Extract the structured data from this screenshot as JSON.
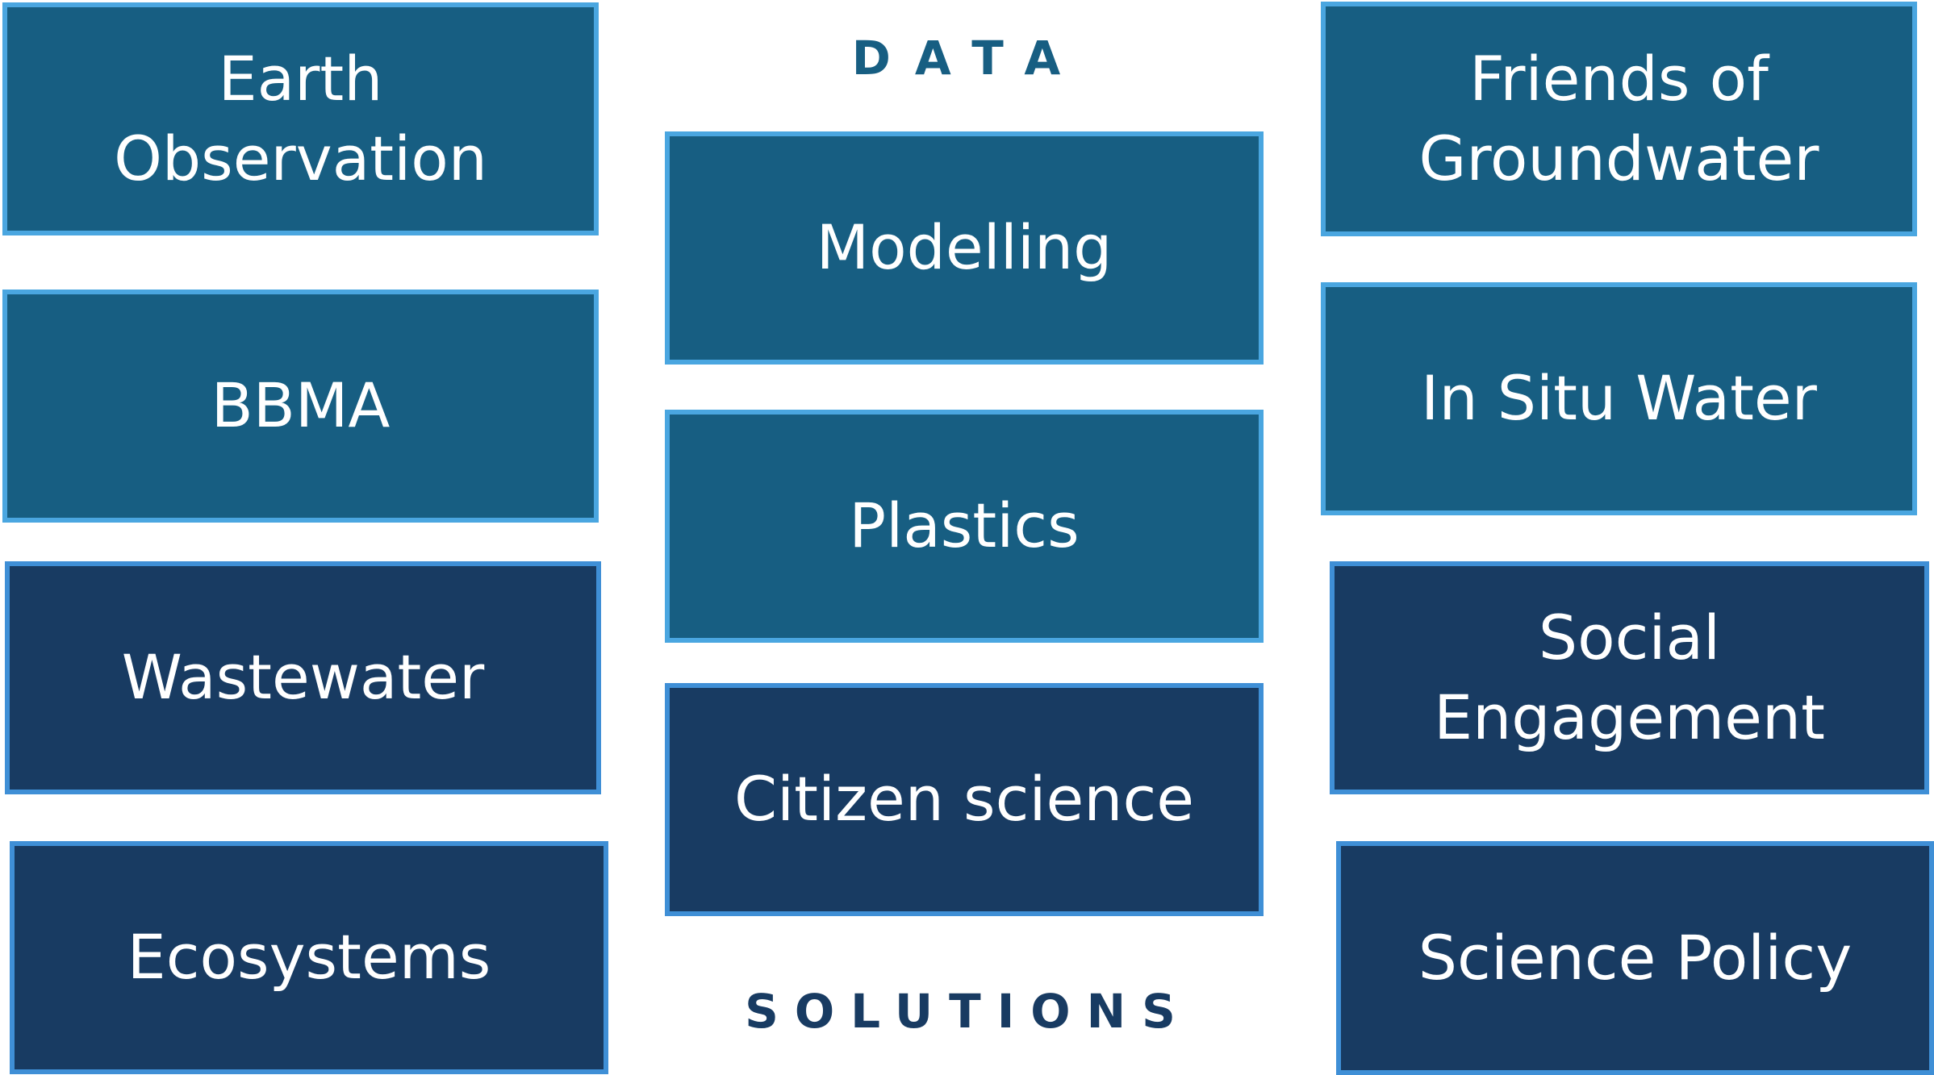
{
  "headings": {
    "data": "DATA",
    "solutions": "SOLUTIONS"
  },
  "left_column": [
    {
      "label": "Earth Observation"
    },
    {
      "label": "BBMA"
    },
    {
      "label": "Wastewater"
    },
    {
      "label": "Ecosystems"
    }
  ],
  "center_column": [
    {
      "label": "Modelling"
    },
    {
      "label": "Plastics"
    },
    {
      "label": "Citizen science"
    }
  ],
  "right_column": [
    {
      "label": "Friends of Groundwater"
    },
    {
      "label": "In Situ Water"
    },
    {
      "label": "Social Engagement"
    },
    {
      "label": "Science Policy"
    }
  ],
  "colors": {
    "data_box": "#175e82",
    "solutions_box": "#183b62",
    "border": "#4aa6e0"
  }
}
